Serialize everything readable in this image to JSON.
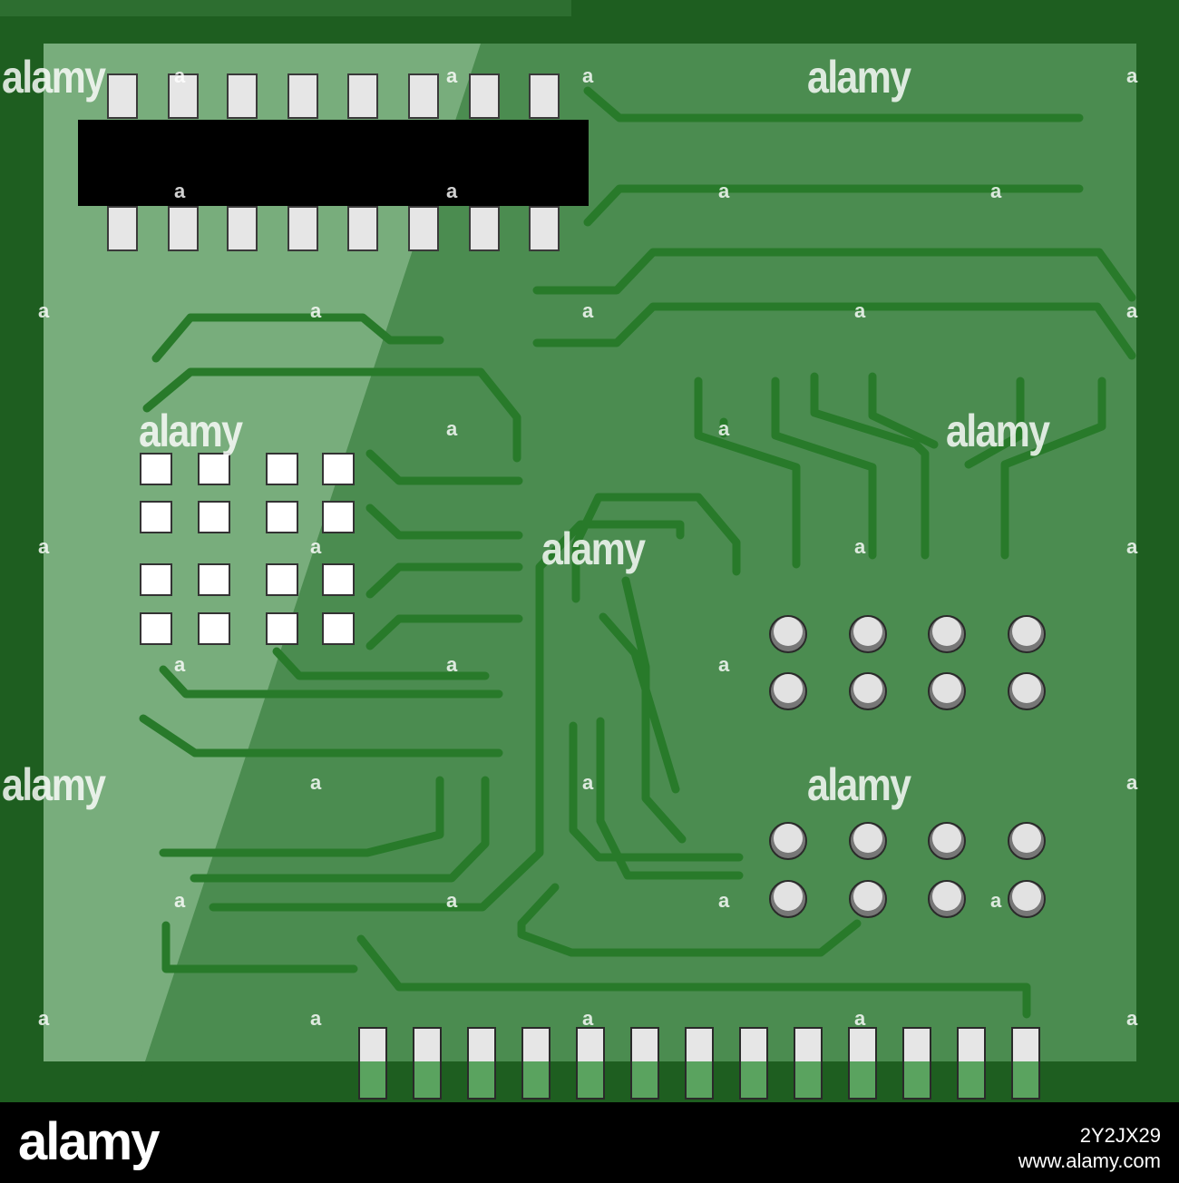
{
  "image": {
    "subject": "green printed circuit board illustration",
    "colors": {
      "board_border": "#1e5e20",
      "board_surface": "#4b8c50",
      "board_glare": "#78ad7c",
      "trace": "#287a2a",
      "chip": "#000000",
      "pad": "#e6e6e6",
      "pad_outline": "#3a3a3a",
      "connector_fill": "#5aa35f"
    }
  },
  "watermark": {
    "word": "alamy",
    "letter": "a"
  },
  "footer": {
    "logo": "alamy",
    "image_id": "2Y2JX29",
    "url": "www.alamy.com"
  }
}
